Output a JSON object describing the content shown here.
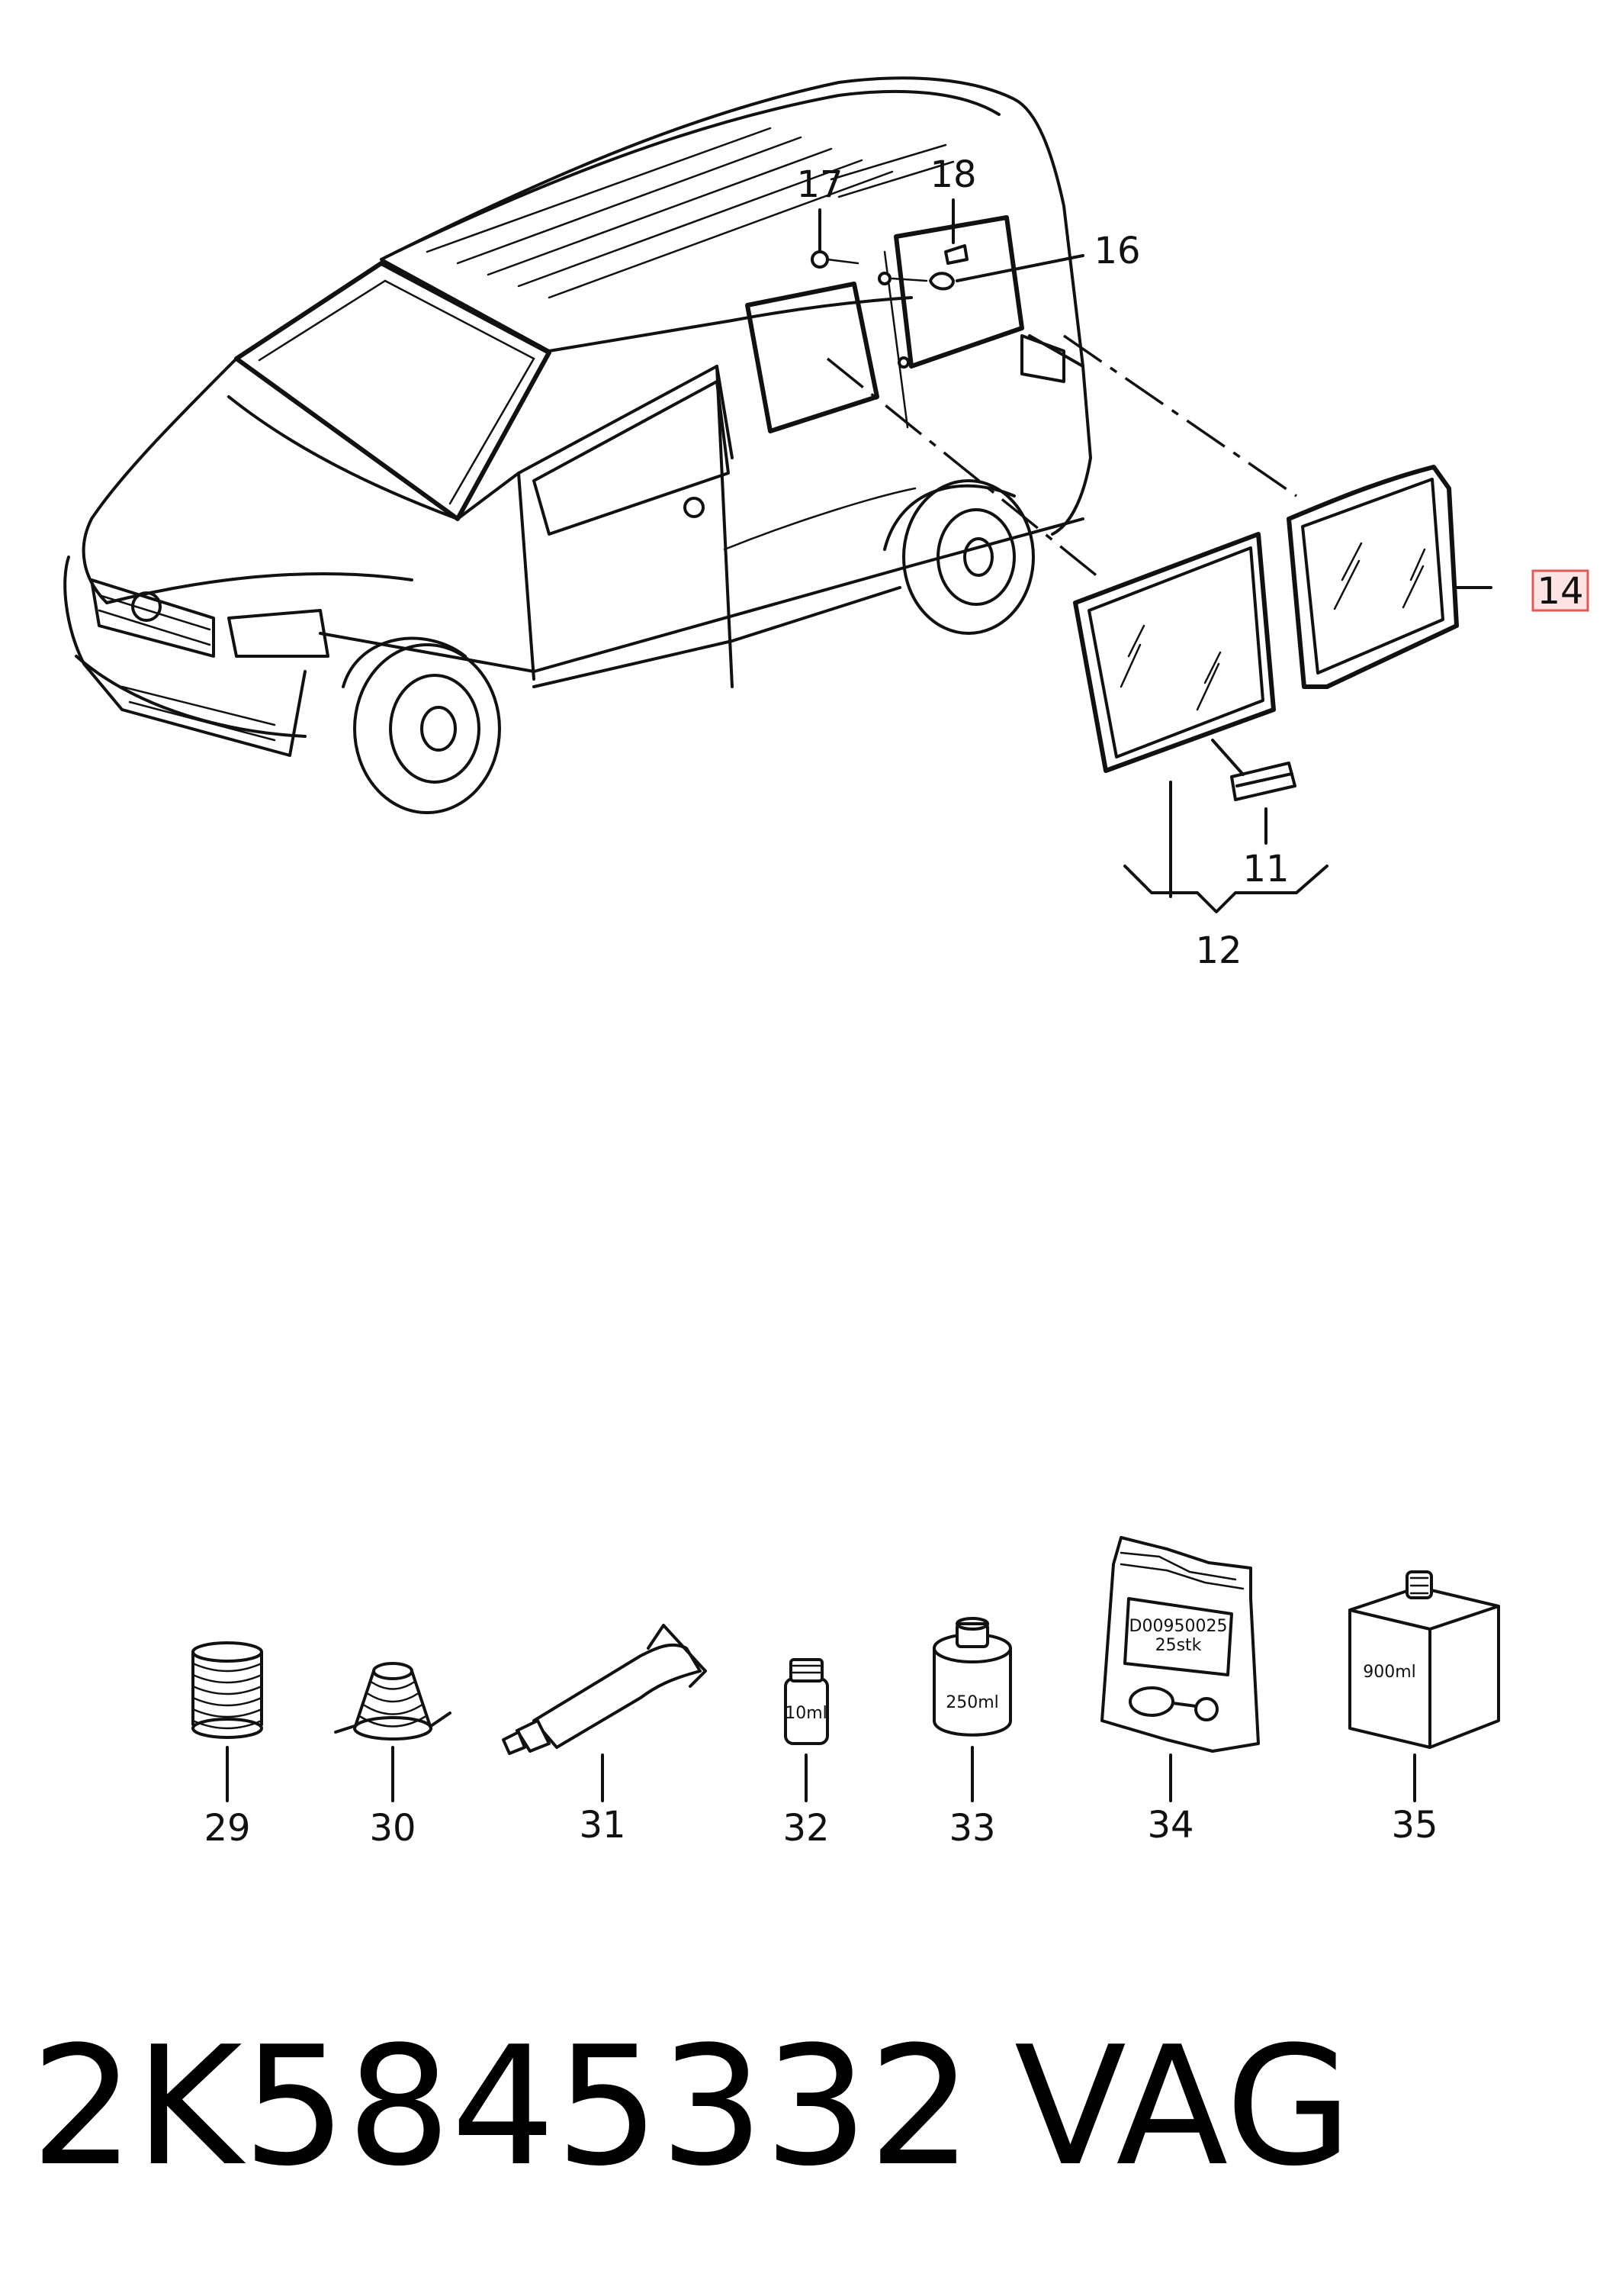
{
  "callouts": {
    "c11": "11",
    "c12": "12",
    "c14": "14",
    "c16": "16",
    "c17": "17",
    "c18": "18",
    "c29": "29",
    "c30": "30",
    "c31": "31",
    "c32": "32",
    "c33": "33",
    "c34": "34",
    "c35": "35"
  },
  "containers": {
    "vial_label": "10ml",
    "can_label": "250ml",
    "bag_line1": "D00950025",
    "bag_line2": "25stk",
    "bottle_label": "900ml"
  },
  "footer": {
    "part_number": "2K5845332",
    "brand": "VAG"
  },
  "colors": {
    "highlight_border": "#e05a5a",
    "highlight_fill": "#fde3e3"
  }
}
